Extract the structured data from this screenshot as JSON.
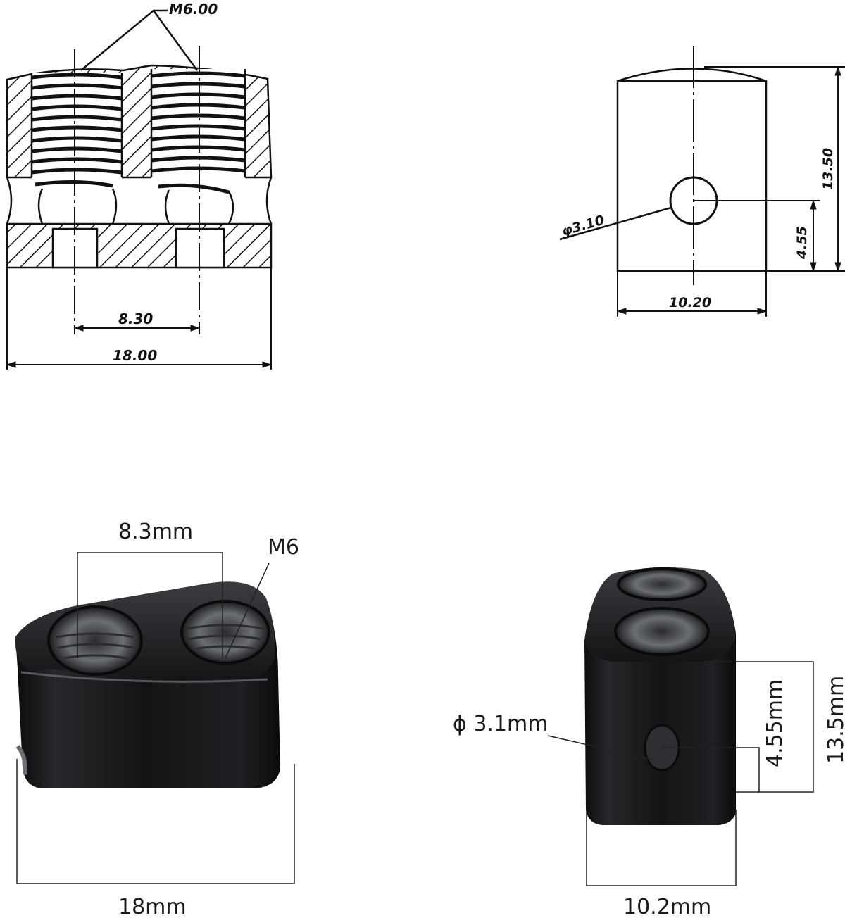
{
  "drawing": {
    "front_view": {
      "thread_label": "M6.00",
      "hole_spacing": "8.30",
      "overall_width": "18.00"
    },
    "side_view": {
      "hole_diameter": "φ3.10",
      "height": "13.50",
      "hole_height": "4.55",
      "width": "10.20"
    }
  },
  "photos": {
    "front": {
      "spacing_label": "8.3mm",
      "thread_label": "M6",
      "width_label": "18mm"
    },
    "side": {
      "hole_label": "ϕ 3.1mm",
      "height_label": "13.5mm",
      "hole_height_label": "4.55mm",
      "width_label": "10.2mm"
    }
  },
  "colors": {
    "line": "#111111",
    "part_body": "#141416",
    "highlight": "#4a4d52",
    "background": "#ffffff"
  }
}
